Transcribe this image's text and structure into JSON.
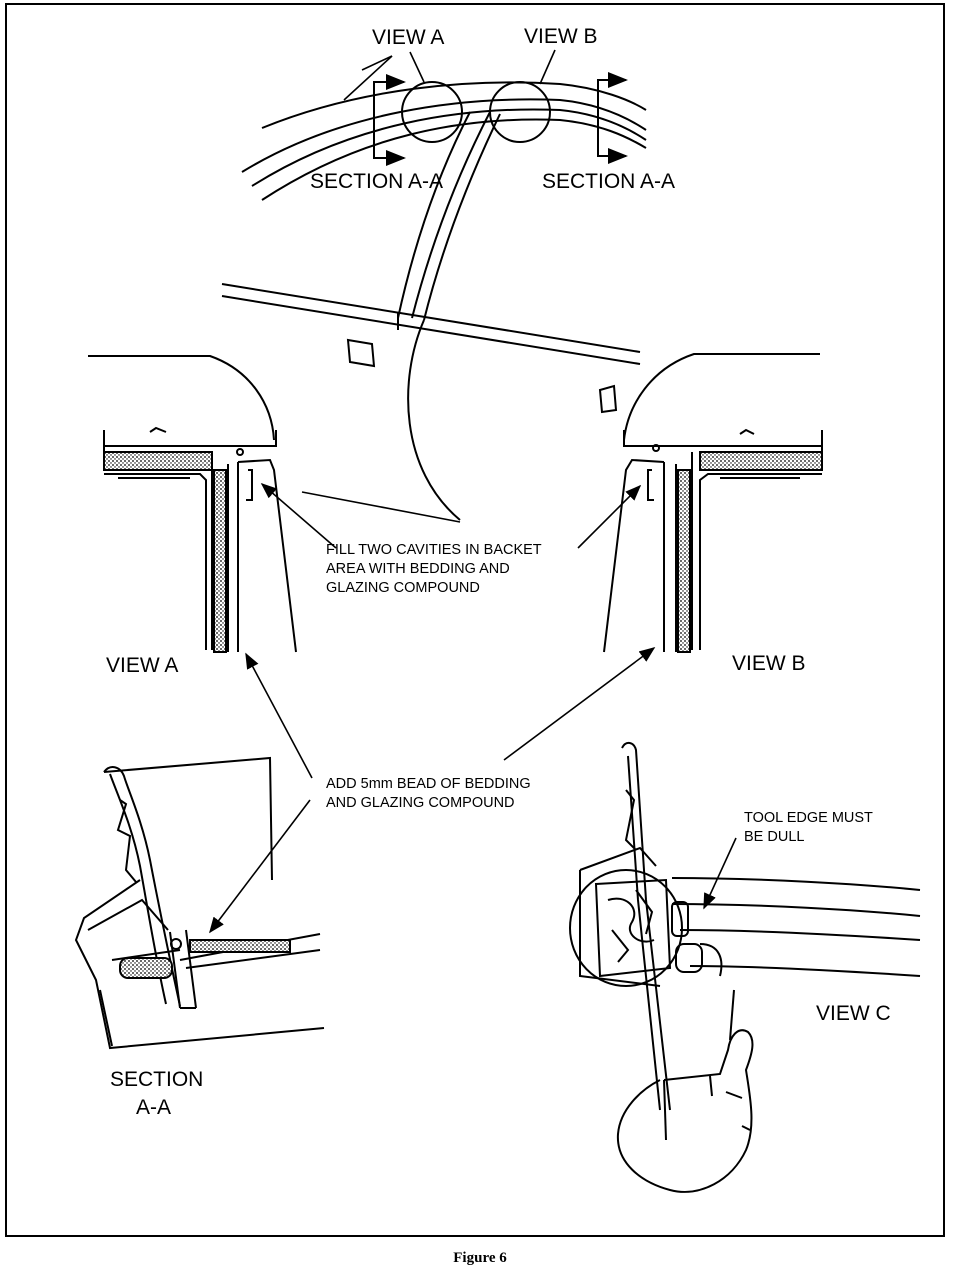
{
  "labels": {
    "view_a_top": "VIEW A",
    "view_b_top": "VIEW B",
    "section_left": "SECTION A-A",
    "section_right": "SECTION A-A",
    "fill_note": [
      "FILL TWO CAVITIES IN BACKET",
      "AREA WITH BEDDING AND",
      "GLAZING COMPOUND"
    ],
    "view_a": "VIEW A",
    "view_b": "VIEW B",
    "bead_note": [
      "ADD 5mm BEAD OF BEDDING",
      "AND GLAZING COMPOUND"
    ],
    "tool_note": [
      "TOOL EDGE MUST",
      "BE DULL"
    ],
    "view_c": "VIEW C",
    "section_bottom": [
      "SECTION",
      "A-A"
    ]
  },
  "caption": "Figure 6"
}
